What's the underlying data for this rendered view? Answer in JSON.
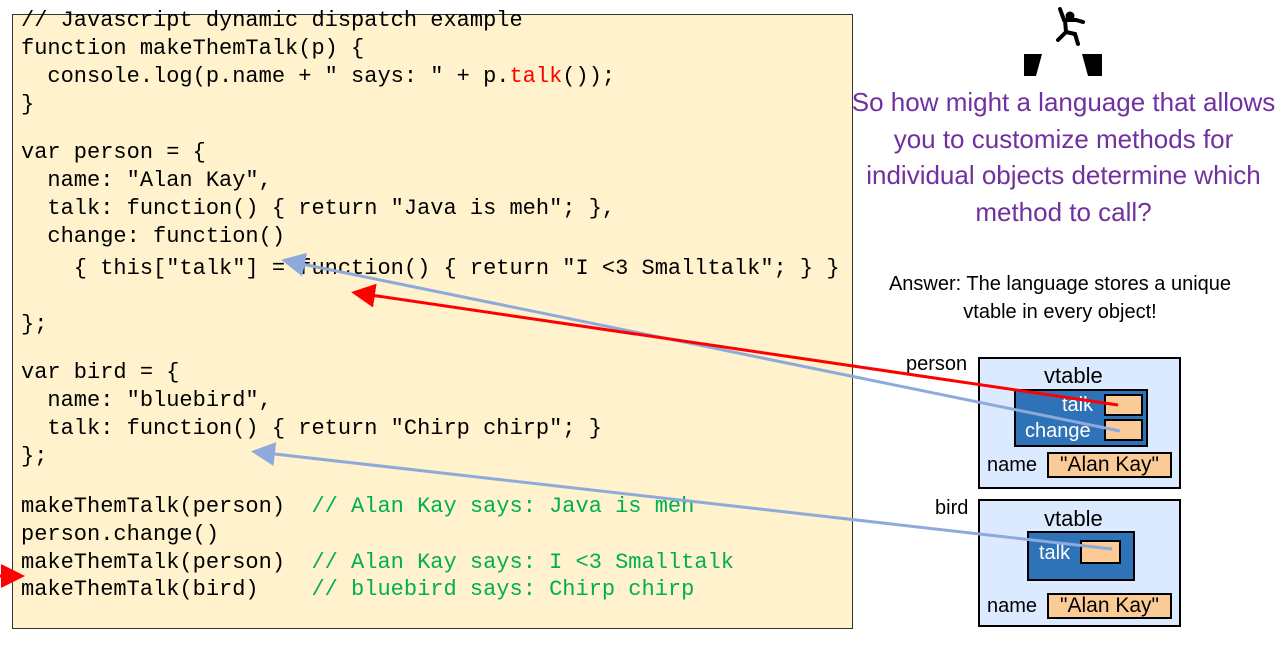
{
  "code": {
    "lines": [
      {
        "segments": [
          {
            "text": "// Javascript dynamic dispatch example"
          }
        ]
      },
      {
        "segments": [
          {
            "text": "function makeThemTalk(p) {"
          }
        ]
      },
      {
        "segments": [
          {
            "text": "  console.log(p.name + \" says: \" + p."
          },
          {
            "text": "talk",
            "color": "#ff0000"
          },
          {
            "text": "());"
          }
        ]
      },
      {
        "segments": [
          {
            "text": "}"
          }
        ]
      },
      {
        "segments": [
          {
            "text": "var person = {"
          }
        ]
      },
      {
        "segments": [
          {
            "text": "  name: \"Alan Kay\","
          }
        ]
      },
      {
        "segments": [
          {
            "text": "  talk: function() { return \"Java is meh\"; },"
          }
        ]
      },
      {
        "segments": [
          {
            "text": "  change: function()"
          }
        ]
      },
      {
        "segments": [
          {
            "text": "    { this[\"talk\"] = function() { return \"I <3 Smalltalk\"; } }"
          }
        ]
      },
      {
        "segments": [
          {
            "text": "};"
          }
        ]
      },
      {
        "segments": [
          {
            "text": "var bird = {"
          }
        ]
      },
      {
        "segments": [
          {
            "text": "  name: \"bluebird\","
          }
        ]
      },
      {
        "segments": [
          {
            "text": "  talk: function() { return \"Chirp chirp\"; }"
          }
        ]
      },
      {
        "segments": [
          {
            "text": "};"
          }
        ]
      },
      {
        "segments": [
          {
            "text": "makeThemTalk(person)  "
          },
          {
            "text": "// Alan Kay says: Java is meh",
            "color": "#00b050"
          }
        ]
      },
      {
        "segments": [
          {
            "text": "person.change()"
          }
        ]
      },
      {
        "segments": [
          {
            "text": "makeThemTalk(person)  "
          },
          {
            "text": "// Alan Kay says: I <3 Smalltalk",
            "color": "#00b050"
          }
        ]
      },
      {
        "segments": [
          {
            "text": "makeThemTalk(bird)    "
          },
          {
            "text": "// bluebird says: Chirp chirp",
            "color": "#00b050"
          }
        ]
      }
    ]
  },
  "question": "So how might a language that allows you to customize methods for individual objects determine which method to call?",
  "answer": "Answer: The language stores a unique vtable in every object!",
  "person": {
    "label": "person",
    "vtable": "vtable",
    "talk": "talk",
    "change": "change",
    "name_label": "name",
    "name_value": "\"Alan Kay\""
  },
  "bird": {
    "label": "bird",
    "vtable": "vtable",
    "talk": "talk",
    "name_label": "name",
    "name_value": "\"Alan Kay\""
  },
  "colors": {
    "red": "#ff0000",
    "blue": "#8eaadb",
    "comment": "#00b050",
    "accent": "#7030a0"
  },
  "icon": "jumping-gap-icon"
}
